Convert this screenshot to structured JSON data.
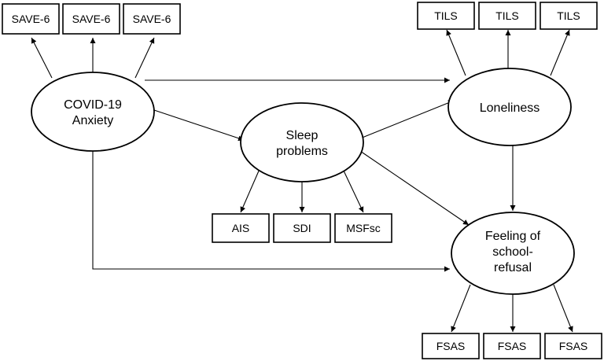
{
  "indicators": {
    "save": [
      "SAVE-6",
      "SAVE-6",
      "SAVE-6"
    ],
    "tils": [
      "TILS",
      "TILS",
      "TILS"
    ],
    "sleep": [
      "AIS",
      "SDI",
      "MSFsc"
    ],
    "fsas": [
      "FSAS",
      "FSAS",
      "FSAS"
    ]
  },
  "latents": {
    "covid": [
      "COVID-19",
      "Anxiety"
    ],
    "sleep": [
      "Sleep",
      "problems"
    ],
    "loneliness": [
      "Loneliness"
    ],
    "refusal": [
      "Feeling of",
      "school-",
      "refusal"
    ]
  }
}
